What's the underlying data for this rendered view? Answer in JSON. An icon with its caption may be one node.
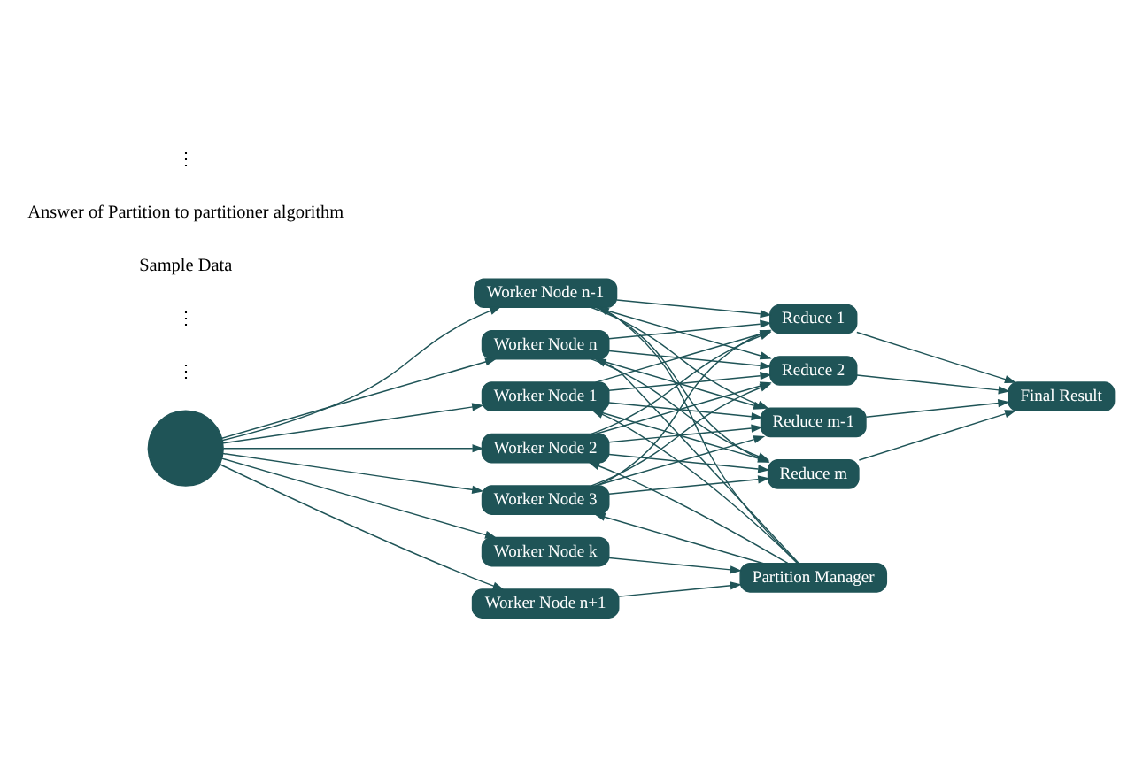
{
  "diagram": {
    "nodes": [
      {
        "text": [],
        "shape": "circle"
      },
      {
        "text": [
          "Worker Node 1"
        ]
      },
      {
        "text": [
          "Worker Node 2"
        ]
      },
      {
        "text": [
          "Worker Node 3"
        ]
      },
      {
        "text": [
          "Worker Node n-1"
        ]
      },
      {
        "text": [
          "Worker Node n"
        ]
      },
      {
        "text": [
          "Worker Node n+1"
        ]
      },
      {
        "text": [
          "Worker Node k"
        ]
      },
      {
        "text": [
          "Partition Manager"
        ]
      },
      {
        "text": [
          "Reduce 1"
        ]
      },
      {
        "text": [
          "Reduce 2"
        ]
      },
      {
        "text": [
          "Reduce m-1"
        ]
      },
      {
        "text": [
          "Reduce m"
        ]
      },
      {
        "text": [
          "Final Result"
        ]
      }
    ],
    "edges": [
      {
        "from": 0,
        "to": 1,
        "arrow": "to"
      },
      {
        "from": 0,
        "to": 2,
        "arrow": "to"
      },
      {
        "from": 0,
        "to": 3,
        "arrow": "to"
      },
      {
        "from": 0,
        "to": 4,
        "arrow": "to"
      },
      {
        "from": 0,
        "to": 5,
        "arrow": "to"
      },
      {
        "from": 0,
        "to": 6,
        "arrow": "to"
      },
      {
        "from": 0,
        "to": 7,
        "arrow": "to"
      },
      {
        "from": 1,
        "to": 9,
        "arrow": "to"
      },
      {
        "from": 1,
        "to": 10,
        "arrow": "to"
      },
      {
        "from": 1,
        "to": 11,
        "arrow": "to"
      },
      {
        "from": 1,
        "to": 12,
        "arrow": "to"
      },
      {
        "from": 2,
        "to": 9,
        "arrow": "to"
      },
      {
        "from": 2,
        "to": 10,
        "arrow": "to"
      },
      {
        "from": 2,
        "to": 11,
        "arrow": "to"
      },
      {
        "from": 2,
        "to": 12,
        "arrow": "to"
      },
      {
        "from": 3,
        "to": 9,
        "arrow": "to"
      },
      {
        "from": 3,
        "to": 10,
        "arrow": "to"
      },
      {
        "from": 3,
        "to": 11,
        "arrow": "to"
      },
      {
        "from": 3,
        "to": 12,
        "arrow": "to"
      },
      {
        "from": 4,
        "to": 9,
        "arrow": "to"
      },
      {
        "from": 4,
        "to": 10,
        "arrow": "to"
      },
      {
        "from": 4,
        "to": 11,
        "arrow": "to"
      },
      {
        "from": 4,
        "to": 12,
        "arrow": "to"
      },
      {
        "from": 5,
        "to": 9,
        "arrow": "to"
      },
      {
        "from": 5,
        "to": 10,
        "arrow": "to"
      },
      {
        "from": 5,
        "to": 11,
        "arrow": "to"
      },
      {
        "from": 5,
        "to": 12,
        "arrow": "to"
      },
      {
        "from": 9,
        "to": 13,
        "arrow": "to"
      },
      {
        "from": 10,
        "to": 13,
        "arrow": "to"
      },
      {
        "from": 11,
        "to": 13,
        "arrow": "to"
      },
      {
        "from": 12,
        "to": 13,
        "arrow": "to"
      },
      {
        "from": 6,
        "to": 8,
        "arrow": "to"
      },
      {
        "from": 7,
        "to": 8,
        "arrow": "to"
      },
      {
        "from": 8,
        "to": 1,
        "arrow": "to"
      },
      {
        "from": 8,
        "to": 2,
        "arrow": "to"
      },
      {
        "from": 8,
        "to": 3,
        "arrow": "to"
      },
      {
        "from": 8,
        "to": 4,
        "arrow": "to"
      },
      {
        "from": 8,
        "to": 5,
        "arrow": "to"
      }
    ],
    "labels": [
      "⋮",
      "⋮",
      "Sample Data",
      "Answer of Partition to partitioner algorithm",
      "⋮"
    ]
  }
}
